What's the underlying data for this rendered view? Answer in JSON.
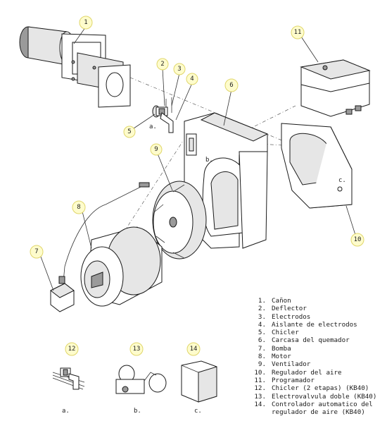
{
  "parts": [
    {
      "num": "1.",
      "name": "Cañon"
    },
    {
      "num": "2.",
      "name": "Deflector"
    },
    {
      "num": "3.",
      "name": "Electrodos"
    },
    {
      "num": "4.",
      "name": "Aislante de electrodos"
    },
    {
      "num": "5.",
      "name": "Chicler"
    },
    {
      "num": "6.",
      "name": "Carcasa del quemador"
    },
    {
      "num": "7.",
      "name": "Bomba"
    },
    {
      "num": "8.",
      "name": "Motor"
    },
    {
      "num": "9.",
      "name": "Ventilador"
    },
    {
      "num": "10.",
      "name": "Regulador del aire"
    },
    {
      "num": "11.",
      "name": "Programador"
    },
    {
      "num": "12.",
      "name": "Chicler (2 etapas) (KB40)"
    },
    {
      "num": "13.",
      "name": "Electrovalvula doble (KB40)"
    },
    {
      "num": "14.",
      "name": "Controlador automatico del"
    },
    {
      "num": "",
      "name": "regulador de aire (KB40)"
    }
  ],
  "callouts": [
    "1",
    "2",
    "3",
    "4",
    "5",
    "6",
    "7",
    "8",
    "9",
    "10",
    "11",
    "12",
    "13",
    "14"
  ],
  "sublabels": {
    "a": "a.",
    "b": "b.",
    "c": "c."
  },
  "colors": {
    "callout_fill": "#fefccc",
    "callout_stroke": "#e0d66a",
    "line": "#1a1a1a"
  }
}
